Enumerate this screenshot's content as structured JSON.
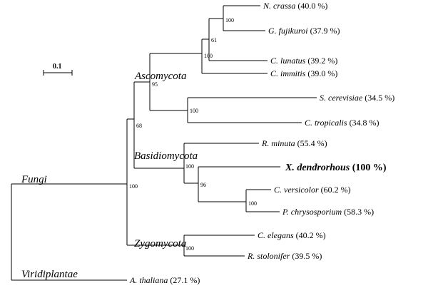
{
  "scale_bar": {
    "label": "0.1"
  },
  "clades": {
    "ascomycota": "Ascomycota",
    "basidiomycota": "Basidiomycota",
    "zygomycota": "Zygomycota",
    "fungi": "Fungi",
    "viridiplantae": "Viridiplantae"
  },
  "taxa": [
    {
      "species": "N. crassa",
      "identity": "(40.0 %)"
    },
    {
      "species": "G. fujikuroi",
      "identity": "(37.9 %)"
    },
    {
      "species": "C. lunatus",
      "identity": "(39.2 %)"
    },
    {
      "species": "C. immitis",
      "identity": "(39.0 %)"
    },
    {
      "species": "S. cerevisiae",
      "identity": "(34.5 %)"
    },
    {
      "species": "C. tropicalis",
      "identity": "(34.8 %)"
    },
    {
      "species": "R. minuta",
      "identity": "(55.4 %)"
    },
    {
      "species": "X. dendrorhous",
      "identity": "(100 %)"
    },
    {
      "species": "C. versicolor",
      "identity": "(60.2 %)"
    },
    {
      "species": "P. chrysosporium",
      "identity": "(58.3 %)"
    },
    {
      "species": "C. elegans",
      "identity": "(40.2 %)"
    },
    {
      "species": "R. stolonifer",
      "identity": "(39.5 %)"
    },
    {
      "species": "A. thaliana",
      "identity": "(27.1 %)"
    }
  ],
  "bootstrap": [
    "100",
    "61",
    "100",
    "95",
    "100",
    "68",
    "100",
    "96",
    "100",
    "100",
    "100"
  ]
}
